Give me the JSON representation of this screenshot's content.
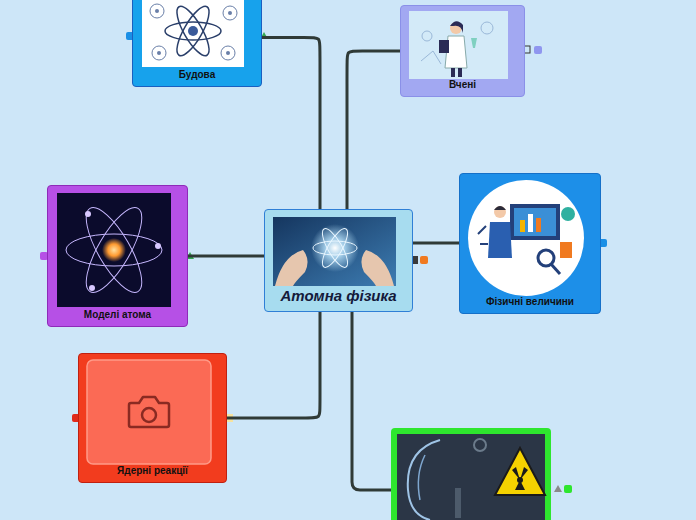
{
  "diagram": {
    "nodes": [
      {
        "text": [
          "Атомна фізика"
        ]
      },
      {
        "text": [
          "Будова"
        ]
      },
      {
        "text": [
          "Вчені"
        ]
      },
      {
        "text": [
          "Моделі атома"
        ]
      },
      {
        "text": [
          "Фізичні величини"
        ]
      },
      {
        "text": [
          "Ядерні реакції"
        ]
      }
    ],
    "edges": [
      {
        "from": 0,
        "to": 1,
        "arrow": "none"
      },
      {
        "from": 0,
        "to": 2,
        "arrow": "none"
      },
      {
        "from": 0,
        "to": 3,
        "arrow": "none"
      },
      {
        "from": 0,
        "to": 4,
        "arrow": "none"
      },
      {
        "from": 0,
        "to": 5,
        "arrow": "none"
      }
    ]
  }
}
